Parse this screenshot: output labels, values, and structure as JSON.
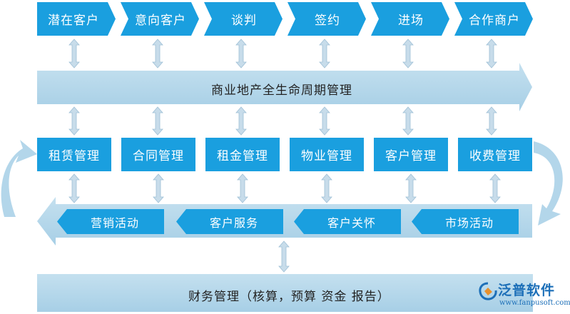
{
  "stages": [
    "潜在客户",
    "意向客户",
    "谈判",
    "签约",
    "进场",
    "合作商户"
  ],
  "lifecycle_label": "商业地产全生命周期管理",
  "modules": [
    "租赁管理",
    "合同管理",
    "租金管理",
    "物业管理",
    "客户管理",
    "收费管理"
  ],
  "services": [
    "营销活动",
    "客户服务",
    "客户关怀",
    "市场活动"
  ],
  "finance_label": "财务管理（核算，预算 资金 报告）",
  "brand": {
    "name": "泛普软件",
    "url": "www.fanpusoft.com"
  },
  "colors": {
    "primary": "#1a9fdf",
    "band": "#b3d6ea",
    "connector": "#c7dcea",
    "brand": "#1c6fb8"
  }
}
